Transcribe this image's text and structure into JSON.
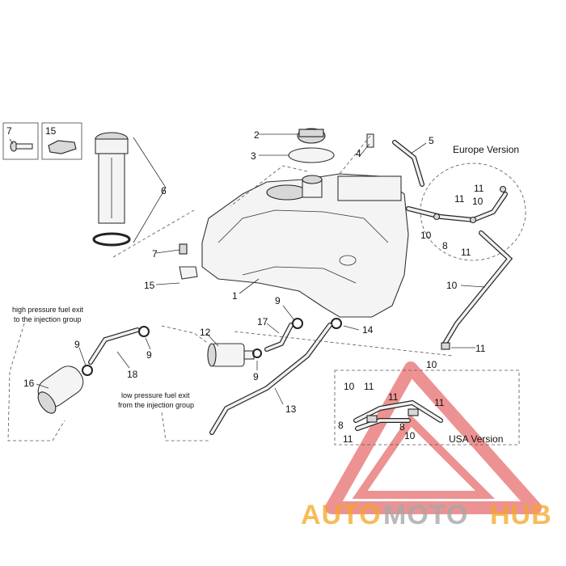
{
  "callouts": {
    "n1": "1",
    "n2": "2",
    "n3": "3",
    "n4": "4",
    "n5": "5",
    "n6": "6",
    "n7a": "7",
    "n7b": "7",
    "n8a": "8",
    "n8b": "8",
    "n8c": "8",
    "n9a": "9",
    "n9b": "9",
    "n9c": "9",
    "n9d": "9",
    "n10a": "10",
    "n10b": "10",
    "n10c": "10",
    "n10d": "10",
    "n10e": "10",
    "n10f": "10",
    "n11a": "11",
    "n11b": "11",
    "n11c": "11",
    "n11d": "11",
    "n11e": "11",
    "n11f": "11",
    "n11g": "11",
    "n11h": "11",
    "n12": "12",
    "n13": "13",
    "n14": "14",
    "n15a": "15",
    "n15b": "15",
    "n16": "16",
    "n17": "17",
    "n18": "18"
  },
  "notes": {
    "high_pressure_1": "high pressure fuel exit",
    "high_pressure_2": "to the injection group",
    "low_pressure_1": "low pressure fuel exit",
    "low_pressure_2": "from the injection group"
  },
  "versions": {
    "europe": "Europe Version",
    "usa": "USA Version"
  },
  "watermark": {
    "part1": "AUTO",
    "part2": "MOTO",
    "part3": "HUB",
    "color_orange": "#f5a623",
    "color_grey": "#a8a8a8",
    "color_red": "#e03a3a"
  }
}
